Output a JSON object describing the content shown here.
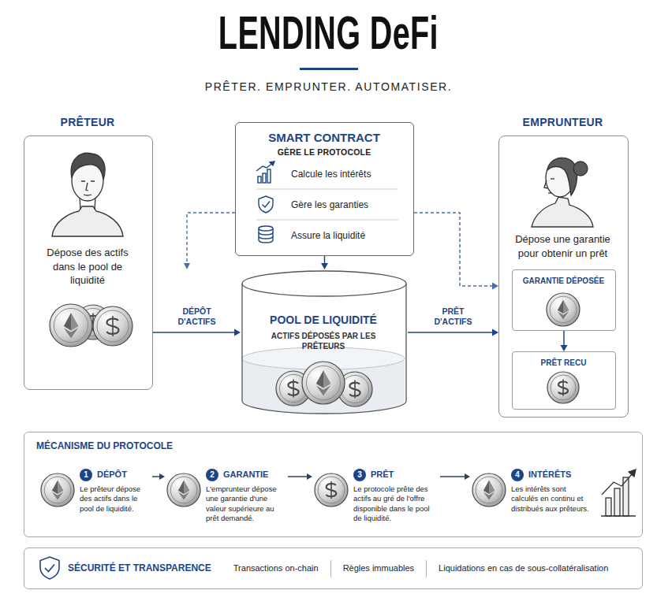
{
  "diagram": {
    "title": "LENDING DeFi",
    "nodes": [
      {
        "text": [
          "PRÊTEUR",
          "Dépose des actifs dans le pool de liquidité"
        ]
      },
      {
        "text": [
          "SMART CONTRACT",
          "GÈRE LE PROTOCOLE",
          "Calcule les intérêts",
          "Gère les garanties",
          "Assure la liquidité"
        ]
      },
      {
        "text": [
          "POOL DE LIQUIDITÉ",
          "ACTIFS DÉPOSÉS PAR LES PRÊTEURS"
        ]
      },
      {
        "text": [
          "EMPRUNTEUR",
          "Dépose une garantie pour obtenir un prêt"
        ]
      },
      {
        "text": [
          "GARANTIE DÉPOSÉE"
        ],
        "in": 3
      },
      {
        "text": [
          "PRÊT RECU"
        ],
        "in": 3
      },
      {
        "text": [
          "MÉCANISME DU PROTOCOLE"
        ]
      },
      {
        "text": [
          "1",
          "DÉPÔT",
          "Le prêteur dépose des actifs dans le pool de liquidité."
        ],
        "in": 6
      },
      {
        "text": [
          "2",
          "GARANTIE",
          "L'emprunteur dépose une garantie d'une valeur supérieure au prêt demandé."
        ],
        "in": 6
      },
      {
        "text": [
          "3",
          "PRÊT",
          "Le protocole prête des actifs au gré de l'offre disponible dans le pool de liquidité."
        ],
        "in": 6
      },
      {
        "text": [
          "4",
          "INTÉRÊTS",
          "Les intérêts sont calculés en continu et distribués aux prêteurs."
        ],
        "in": 6
      },
      {
        "text": [
          "SÉCURITÉ ET TRANSPARENCE",
          "Transactions on-chain",
          "Règles immuables",
          "Liquidations en cas de sous-collatéralisation"
        ]
      }
    ],
    "edges": [
      {
        "from": 0,
        "to": 2,
        "label": "DÉPÔT D'ACTIFS",
        "arrow": "to"
      },
      {
        "from": 2,
        "to": 3,
        "label": "PRÊT D'ACTIFS",
        "arrow": "to"
      },
      {
        "from": 1,
        "to": 2,
        "arrow": "to"
      },
      {
        "from": 1,
        "to": 3,
        "arrow": "to"
      },
      {
        "from": 4,
        "to": 5,
        "arrow": "to"
      },
      {
        "from": 7,
        "to": 8,
        "arrow": "to"
      },
      {
        "from": 8,
        "to": 9,
        "arrow": "to"
      },
      {
        "from": 9,
        "to": 10,
        "arrow": "to"
      }
    ],
    "labels": [
      "PRÊTER. EMPRUNTER. AUTOMATISER."
    ]
  }
}
